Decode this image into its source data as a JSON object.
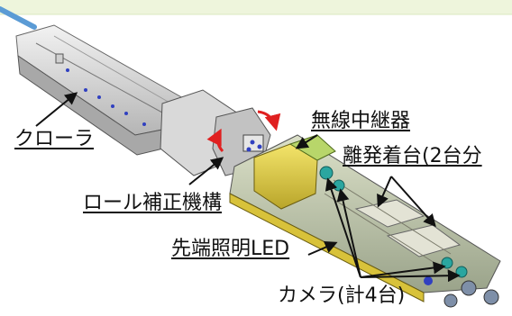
{
  "labels": {
    "crawler": "クローラ",
    "wireless_repeater": "無線中継器",
    "separation_platform": "離発着台(2台分",
    "roll_correction": "ロール補正機構",
    "tip_led": "先端照明LED",
    "cameras": "カメラ(計4台)"
  },
  "colors": {
    "top_band": "#eef5dc",
    "cable": "#5b9bd5",
    "frame": "#c9c9c9",
    "frame_dark": "#8a8a8a",
    "yellow_block": "#e8d64a",
    "green_block": "#b8d66a",
    "teal_camera": "#2aa6a0",
    "red_arrow": "#e02020",
    "blue_dot": "#3040c0"
  }
}
